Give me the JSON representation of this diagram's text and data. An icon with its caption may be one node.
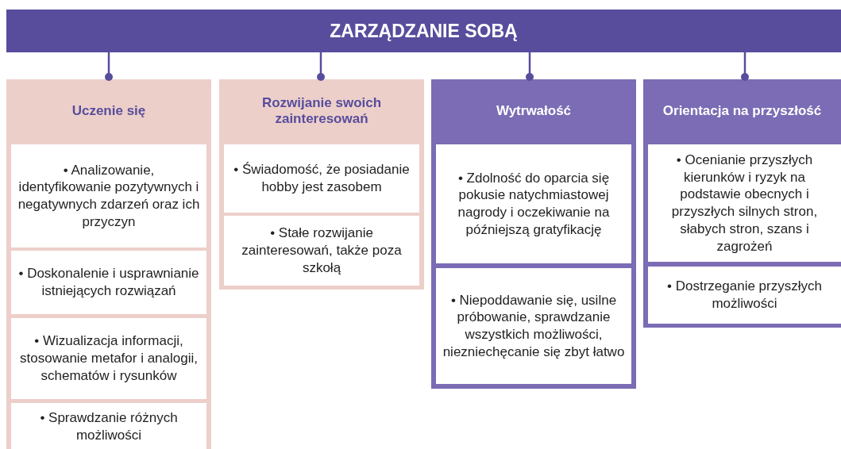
{
  "diagram": {
    "nodes": [
      {
        "text": [
          "ZARZĄDZANIE SOBĄ"
        ]
      },
      {
        "text": [
          "Uczenie się"
        ]
      },
      {
        "text": [
          "• Analizowanie, identyfikowanie pozytywnych i negatywnych zdarzeń oraz ich przyczyn"
        ],
        "in": 1
      },
      {
        "text": [
          "• Doskonalenie i usprawnianie istniejących rozwiązań"
        ],
        "in": 1
      },
      {
        "text": [
          "• Wizualizacja informacji, stosowanie metafor i analogii, schematów i rysunków"
        ],
        "in": 1
      },
      {
        "text": [
          "• Sprawdzanie różnych możliwości"
        ],
        "in": 1
      },
      {
        "text": [
          "Rozwijanie swoich zainteresowań"
        ]
      },
      {
        "text": [
          "• Świadomość, że posiadanie hobby jest zasobem"
        ],
        "in": 6
      },
      {
        "text": [
          "• Stałe rozwijanie zainteresowań, także poza szkołą"
        ],
        "in": 6
      },
      {
        "text": [
          "Wytrwałość"
        ]
      },
      {
        "text": [
          "• Zdolność do oparcia się pokusie natychmiastowej nagrody i oczekiwanie na późniejszą gratyfikację"
        ],
        "in": 9
      },
      {
        "text": [
          "• Niepoddawanie się, usilne próbowanie, sprawdzanie wszystkich możliwości, niezniechęcanie się zbyt łatwo"
        ],
        "in": 9
      },
      {
        "text": [
          "Orientacja na przyszłość"
        ]
      },
      {
        "text": [
          "• Ocenianie przyszłych kierunków i ryzyk na podstawie obecnych i przyszłych silnych stron, słabych stron, szans i zagrożeń"
        ],
        "in": 12
      },
      {
        "text": [
          "• Dostrzeganie przyszłych możliwości"
        ],
        "in": 12
      }
    ],
    "edges": [
      {
        "from": 0,
        "to": 1,
        "arrow": "other"
      },
      {
        "from": 0,
        "to": 6,
        "arrow": "other"
      },
      {
        "from": 0,
        "to": 9,
        "arrow": "other"
      },
      {
        "from": 0,
        "to": 12,
        "arrow": "other"
      }
    ]
  }
}
